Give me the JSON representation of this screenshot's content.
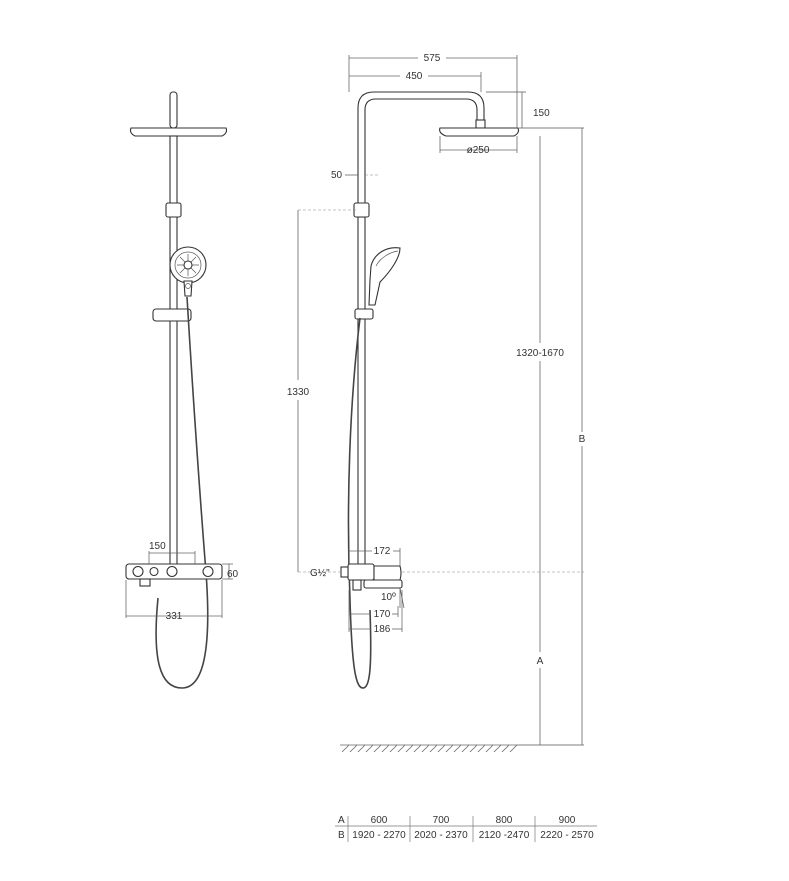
{
  "dimensions": {
    "top_width_outer": "575",
    "top_width_inner": "450",
    "head_height": "150",
    "head_diameter": "ø250",
    "arm_offset": "50",
    "bar_height": "1330",
    "range_height": "1320-1670",
    "label_a": "A",
    "label_b": "B",
    "valve_depth": "172",
    "inlet_thread": "G½\"",
    "spout_angle": "10º",
    "spout_offset": "170",
    "total_depth": "186",
    "front_inlet_spacing": "150",
    "front_valve_width": "331",
    "front_valve_height": "60"
  },
  "table": {
    "row_a": {
      "label": "A",
      "values": [
        "600",
        "700",
        "800",
        "900"
      ]
    },
    "row_b": {
      "label": "B",
      "values": [
        "1920 - 2270",
        "2020 - 2370",
        "2120 -2470",
        "2220 - 2570"
      ]
    }
  }
}
